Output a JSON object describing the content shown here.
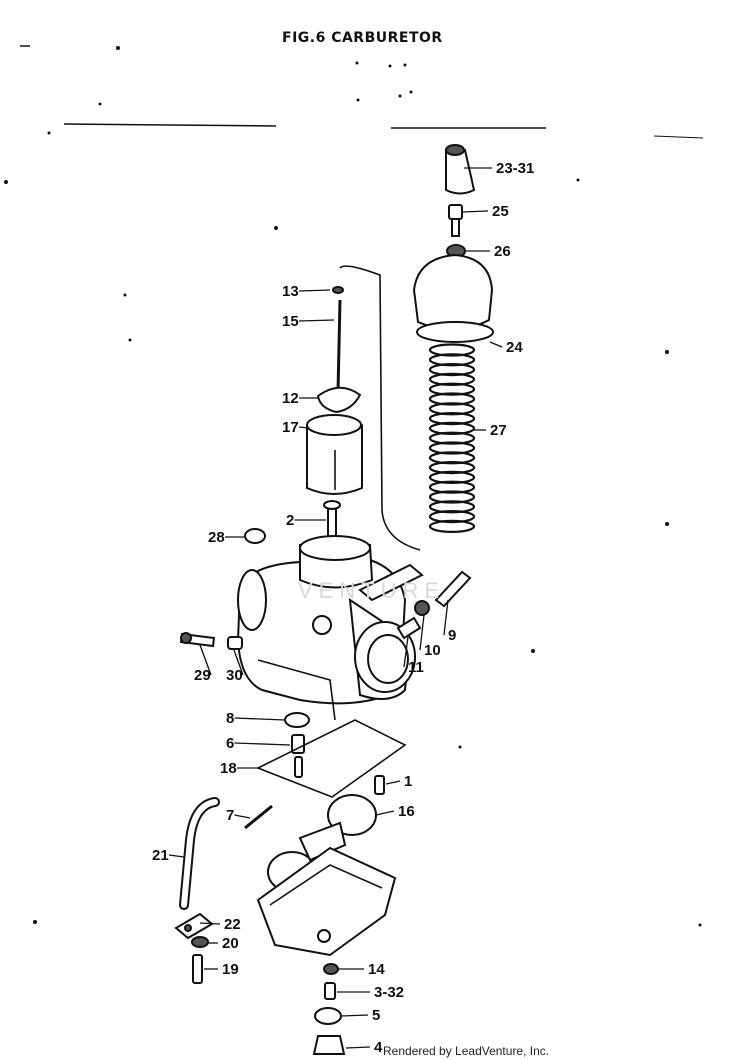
{
  "title": "FIG.6 CARBURETOR",
  "watermark": "VENTURE",
  "footer": "Rendered by LeadVenture, Inc.",
  "callouts": [
    "23-31",
    "25",
    "26",
    "13",
    "15",
    "24",
    "12",
    "17",
    "27",
    "2",
    "28",
    "9",
    "10",
    "11",
    "29",
    "30",
    "8",
    "6",
    "18",
    "1",
    "16",
    "7",
    "21",
    "22",
    "20",
    "19",
    "14",
    "3-32",
    "5",
    "4"
  ]
}
